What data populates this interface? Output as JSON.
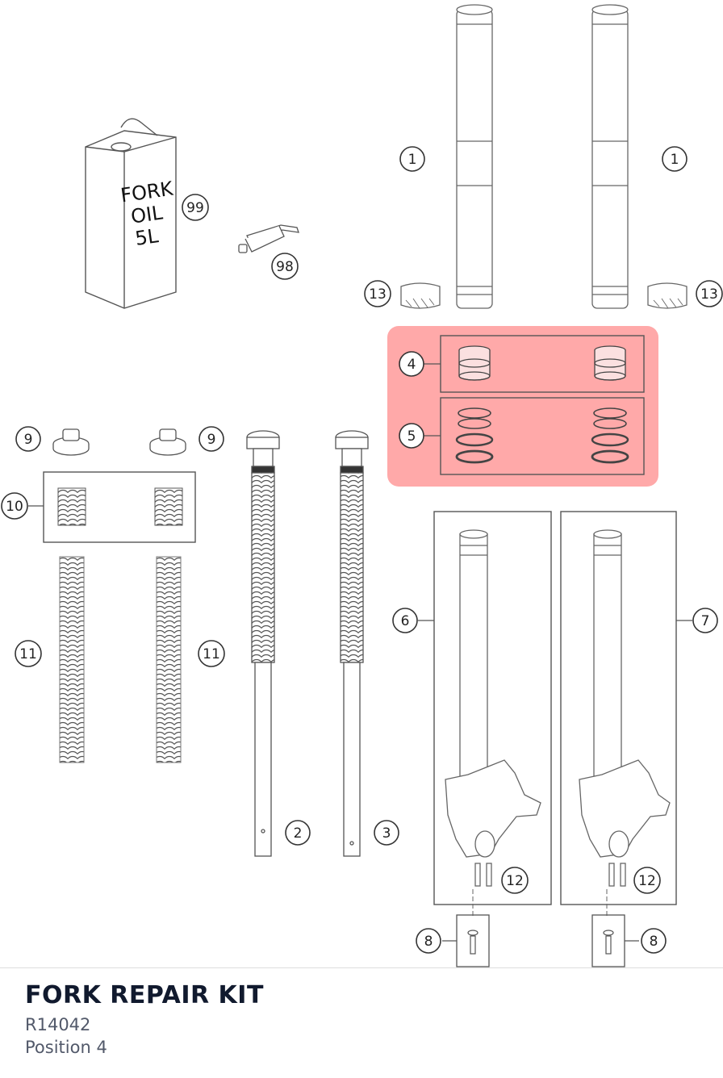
{
  "diagram": {
    "callouts": {
      "c1a": "1",
      "c1b": "1",
      "c2": "2",
      "c3": "3",
      "c4": "4",
      "c5": "5",
      "c6": "6",
      "c7": "7",
      "c8a": "8",
      "c8b": "8",
      "c9a": "9",
      "c9b": "9",
      "c10": "10",
      "c11a": "11",
      "c11b": "11",
      "c12a": "12",
      "c12b": "12",
      "c13a": "13",
      "c13b": "13",
      "c98": "98",
      "c99": "99"
    },
    "oil_can": {
      "line1": "FORK",
      "line2": "OIL",
      "line3": "5L"
    },
    "highlight_color": "#ff9a9a"
  },
  "footer": {
    "title": "FORK REPAIR KIT",
    "part_number": "R14042",
    "position": "Position 4"
  }
}
